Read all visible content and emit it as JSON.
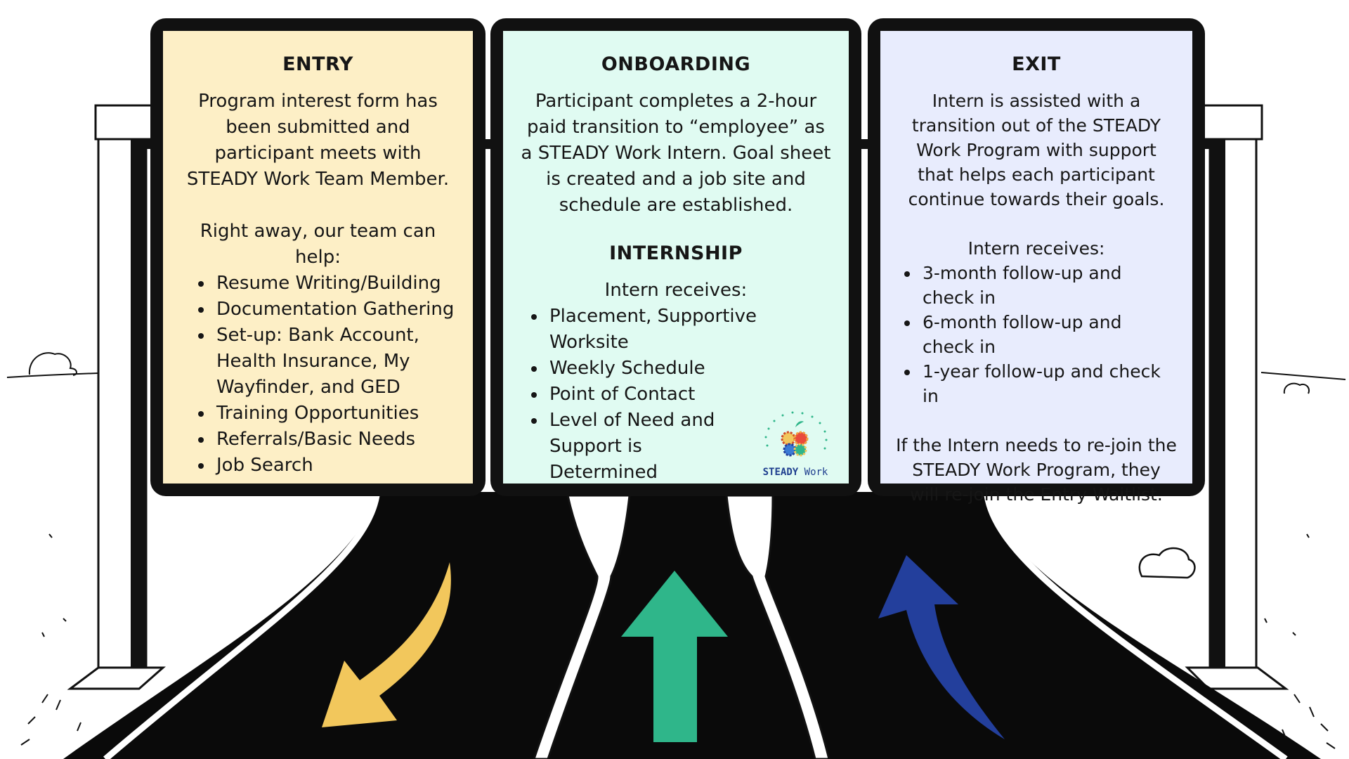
{
  "entry": {
    "title": "ENTRY",
    "intro": "Program interest form has been submitted and participant meets with STEADY Work Team Member.",
    "help_heading": "Right away, our team can help:",
    "items": [
      "Resume Writing/Building",
      "Documentation Gathering",
      "Set-up: Bank Account, Health Insurance, My Wayfinder, and GED",
      "Training Opportunities",
      "Referrals/Basic Needs",
      "Job Search"
    ]
  },
  "onboarding": {
    "title": "ONBOARDING",
    "text": "Participant completes a 2-hour paid transition to “employee” as a STEADY Work Intern. Goal sheet is created and a job site and schedule are established."
  },
  "internship": {
    "title": "INTERNSHIP",
    "receives_heading": "Intern receives:",
    "items": [
      "Placement, Supportive Worksite",
      "Weekly Schedule",
      "Point of Contact",
      "Level of Need and Support is Determined"
    ]
  },
  "exit": {
    "title": "EXIT",
    "text": "Intern is assisted with a transition out of the STEADY Work Program with support that helps each participant continue towards their goals.",
    "receives_heading": "Intern receives:",
    "items": [
      "3-month follow-up and check in",
      "6-month follow-up and check in",
      "1-year follow-up and check in"
    ],
    "rejoin_text": "If the Intern needs to re-join the STEADY Work Program, they will re-join the Entry Waitlist."
  },
  "logo": {
    "word1": "STEADY",
    "word2": "Work"
  },
  "arrows": {
    "entry_color": "#f2c75c",
    "onboarding_color": "#2fb68a",
    "exit_color": "#233f9c"
  },
  "colors": {
    "entry_bg": "#fdefc6",
    "onboarding_bg": "#e0fbf2",
    "exit_bg": "#e8ecfd",
    "road": "#0a0a0a"
  }
}
